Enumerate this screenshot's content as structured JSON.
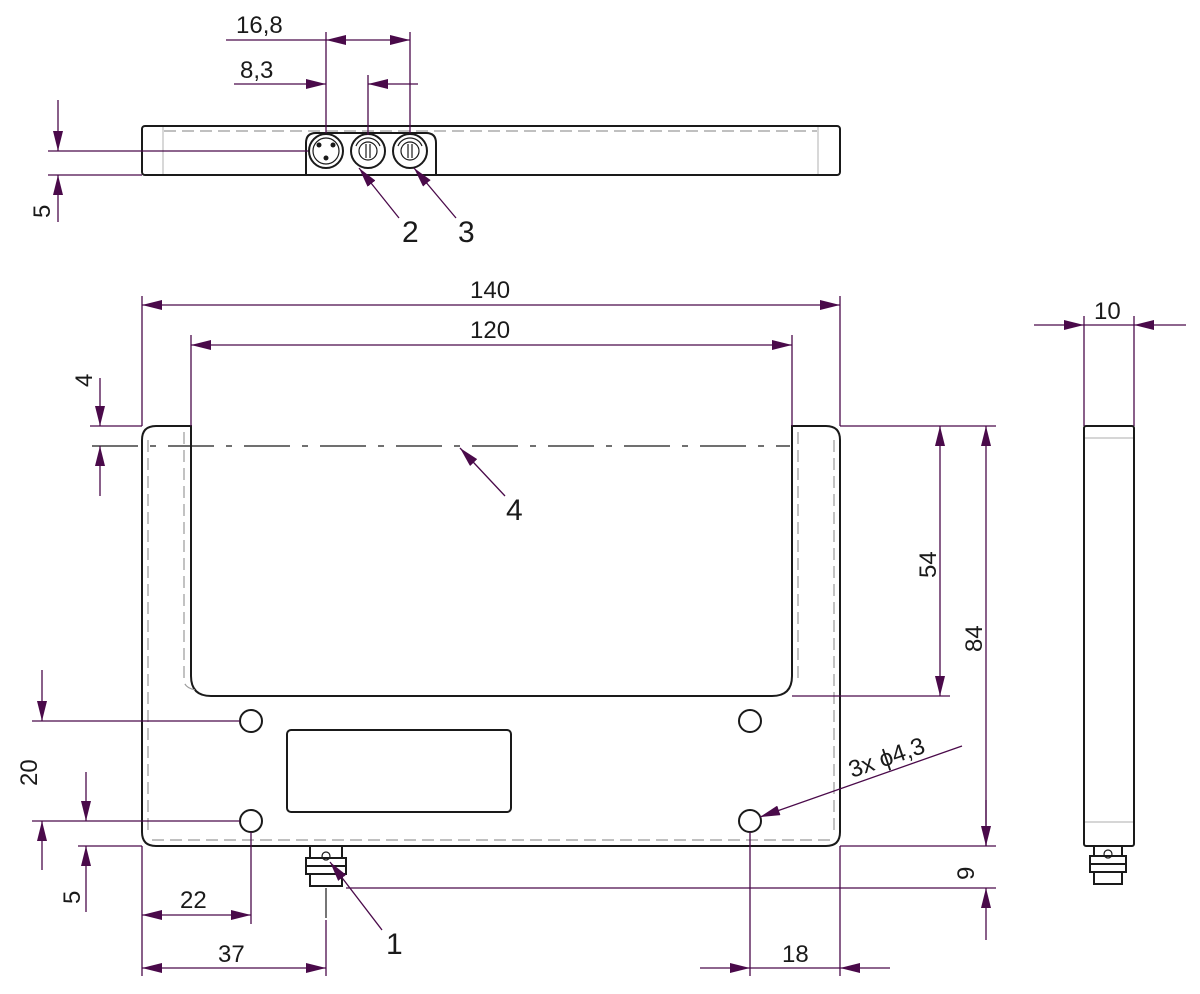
{
  "dimensions": {
    "d16_8": "16,8",
    "d8_3": "8,3",
    "d5_top": "5",
    "d140": "140",
    "d120": "120",
    "d10": "10",
    "d4": "4",
    "d54": "54",
    "d84": "84",
    "d20": "20",
    "d5_bottom": "5",
    "d22": "22",
    "d37": "37",
    "d18": "18",
    "d9": "9",
    "holes_note": "3x ϕ4,3"
  },
  "callouts": {
    "c1": "1",
    "c2": "2",
    "c3": "3",
    "c4": "4"
  },
  "colors": {
    "outline": "#1a1a1a",
    "dimension_lines": "#4a0a4a",
    "hidden_lines": "#9a9a9a",
    "background": "#ffffff"
  }
}
